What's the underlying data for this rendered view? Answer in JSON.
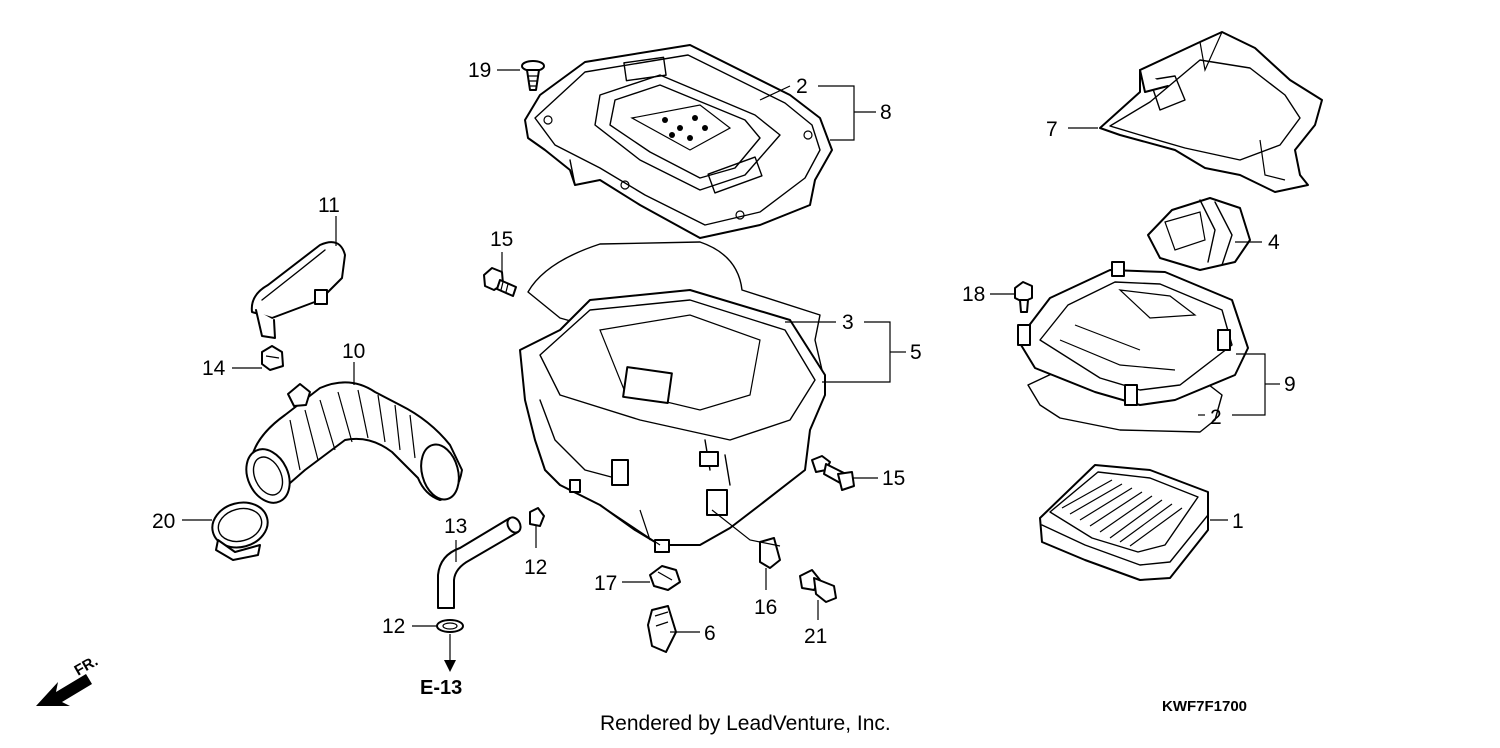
{
  "diagram": {
    "callouts": {
      "c1": "1",
      "c2a": "2",
      "c2b": "2",
      "c3": "3",
      "c4": "4",
      "c5": "5",
      "c6": "6",
      "c7": "7",
      "c8": "8",
      "c9": "9",
      "c10": "10",
      "c11": "11",
      "c12a": "12",
      "c12b": "12",
      "c13": "13",
      "c14": "14",
      "c15a": "15",
      "c15b": "15",
      "c16": "16",
      "c17": "17",
      "c18": "18",
      "c19": "19",
      "c20": "20",
      "c21": "21"
    },
    "reference": "E-13",
    "direction": "FR.",
    "part_code": "KWF7F1700",
    "credit": "Rendered by LeadVenture, Inc."
  }
}
